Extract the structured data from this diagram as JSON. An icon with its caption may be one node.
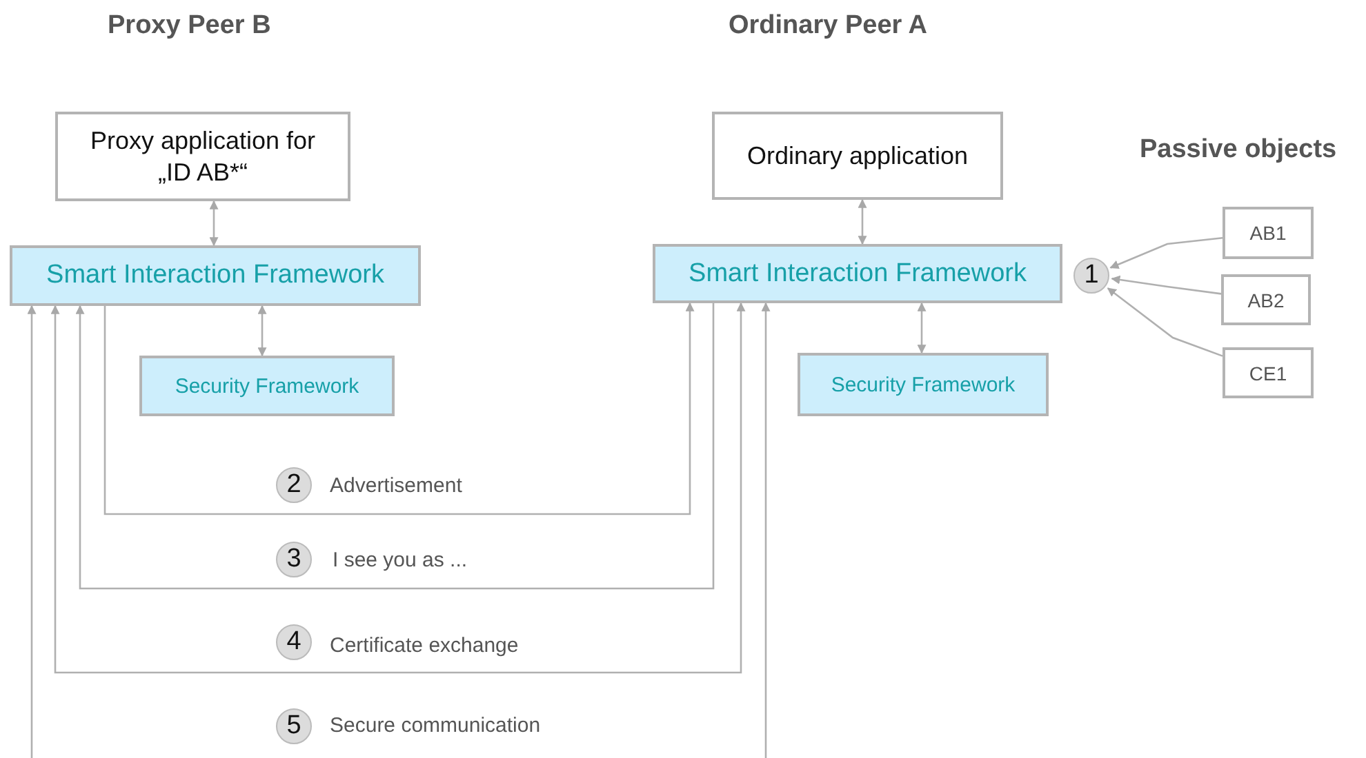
{
  "diagram": {
    "nodes": [
      {
        "text": [
          "Proxy application for „ID AB*“"
        ]
      },
      {
        "text": [
          "Smart Interaction Framework"
        ]
      },
      {
        "text": [
          "Security Framework"
        ]
      },
      {
        "text": [
          "Ordinary application"
        ]
      },
      {
        "text": [
          "Smart Interaction Framework"
        ]
      },
      {
        "text": [
          "Security Framework"
        ]
      },
      {
        "text": [
          "1"
        ]
      },
      {
        "text": [
          "AB1"
        ]
      },
      {
        "text": [
          "AB2"
        ]
      },
      {
        "text": [
          "CE1"
        ]
      },
      {
        "text": [
          "2"
        ]
      },
      {
        "text": [
          "3"
        ]
      },
      {
        "text": [
          "4"
        ]
      },
      {
        "text": [
          "5"
        ]
      }
    ],
    "edges": [
      {
        "from": 0,
        "to": 1,
        "arrow": "both"
      },
      {
        "from": 1,
        "to": 2,
        "arrow": "both"
      },
      {
        "from": 3,
        "to": 4,
        "arrow": "both"
      },
      {
        "from": 4,
        "to": 5,
        "arrow": "both"
      },
      {
        "from": 7,
        "to": 6,
        "arrow": "to"
      },
      {
        "from": 8,
        "to": 6,
        "arrow": "to"
      },
      {
        "from": 9,
        "to": 6,
        "arrow": "to"
      },
      {
        "from": 1,
        "to": 4,
        "arrow": "to",
        "label": "Advertisement"
      },
      {
        "from": 4,
        "to": 1,
        "arrow": "to",
        "label": "I see you as ..."
      },
      {
        "from": 1,
        "to": 4,
        "arrow": "both",
        "label": "Certificate exchange"
      },
      {
        "from": null,
        "to": 1,
        "arrow": "to"
      },
      {
        "from": null,
        "to": 4,
        "arrow": "to"
      }
    ],
    "labels": [
      "Proxy Peer B",
      "Ordinary Peer A",
      "Passive objects",
      "Secure communication"
    ]
  }
}
